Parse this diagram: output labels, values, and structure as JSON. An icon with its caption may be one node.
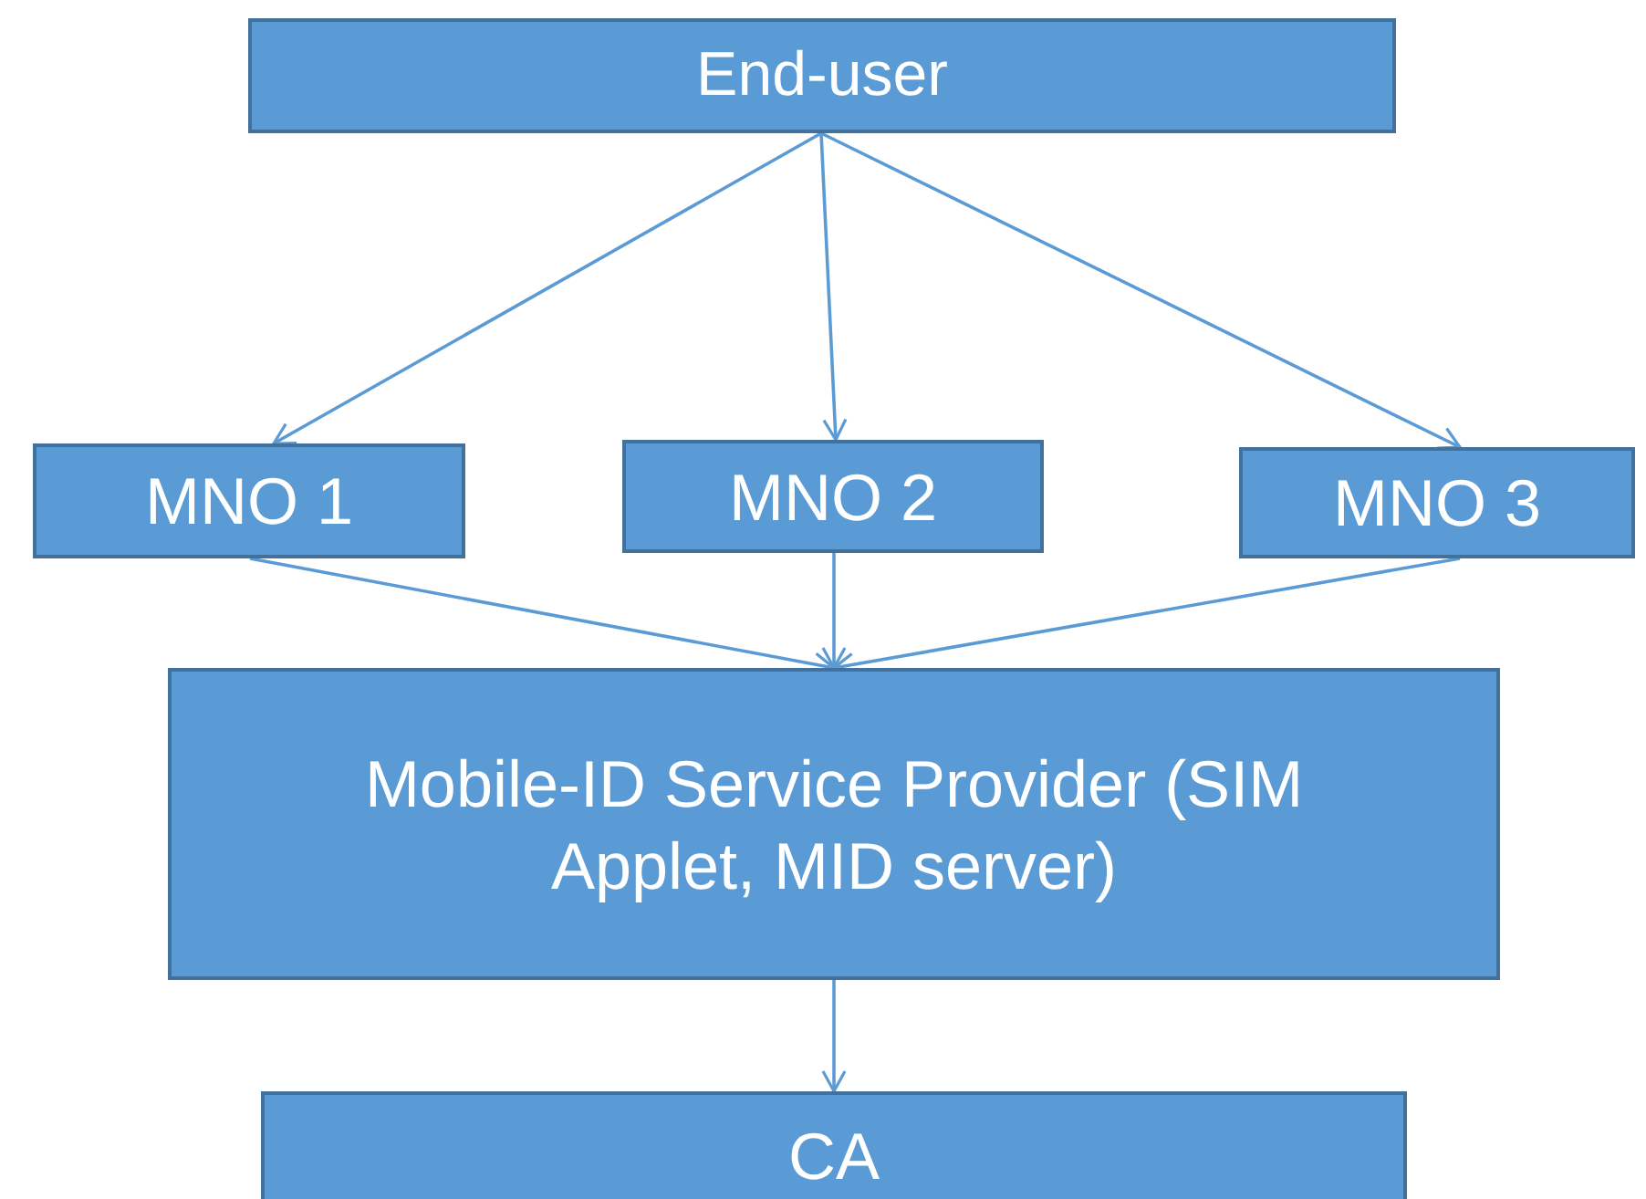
{
  "diagram": {
    "nodes": [
      {
        "text": [
          "End-user"
        ]
      },
      {
        "text": [
          "MNO 1"
        ]
      },
      {
        "text": [
          "MNO 2"
        ]
      },
      {
        "text": [
          "MNO 3"
        ]
      },
      {
        "text": [
          "Mobile-ID Service Provider (SIM Applet, MID server)"
        ]
      },
      {
        "text": [
          "CA"
        ]
      }
    ],
    "edges": [
      {
        "from": 0,
        "to": 1,
        "arrow": "to"
      },
      {
        "from": 0,
        "to": 2,
        "arrow": "to"
      },
      {
        "from": 0,
        "to": 3,
        "arrow": "to"
      },
      {
        "from": 1,
        "to": 4,
        "arrow": "to"
      },
      {
        "from": 2,
        "to": 4,
        "arrow": "to"
      },
      {
        "from": 3,
        "to": 4,
        "arrow": "to"
      },
      {
        "from": 4,
        "to": 5,
        "arrow": "to"
      }
    ]
  }
}
